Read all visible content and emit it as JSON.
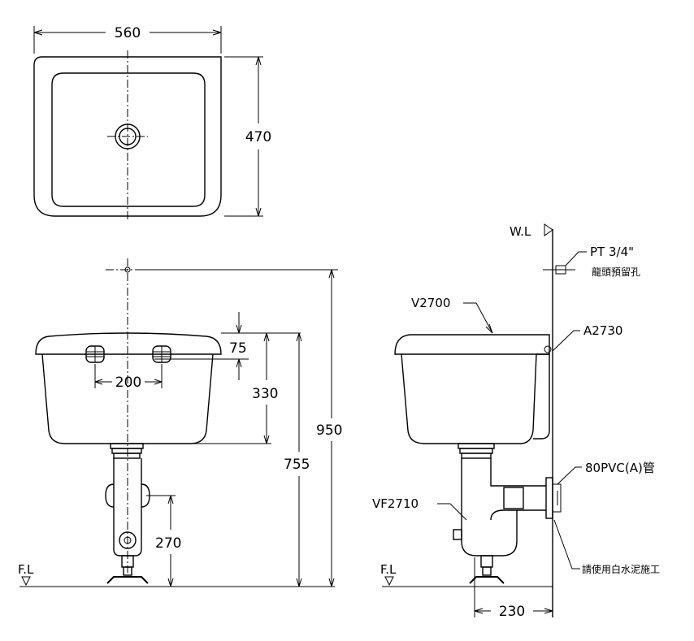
{
  "top_view": {
    "width_dim": "560",
    "depth_dim": "470"
  },
  "front_view": {
    "rim_thickness_dim": "75",
    "faucet_spacing_dim": "200",
    "bowl_depth_dim": "330",
    "rim_height_dim": "755",
    "faucet_height_dim": "950",
    "drain_height_dim": "270",
    "floor_label": "F.L"
  },
  "side_view": {
    "water_line_label": "W.L",
    "pipe_thread_label": "PT 3/4\"",
    "faucet_hole_note": "龍頭預留孔",
    "basin_model": "V2700",
    "bracket_model": "A2730",
    "drain_pipe_label": "80PVC(A)管",
    "trap_model": "VF2710",
    "cement_note": "請使用白水泥施工",
    "wall_offset_dim": "230",
    "floor_label": "F.L"
  }
}
